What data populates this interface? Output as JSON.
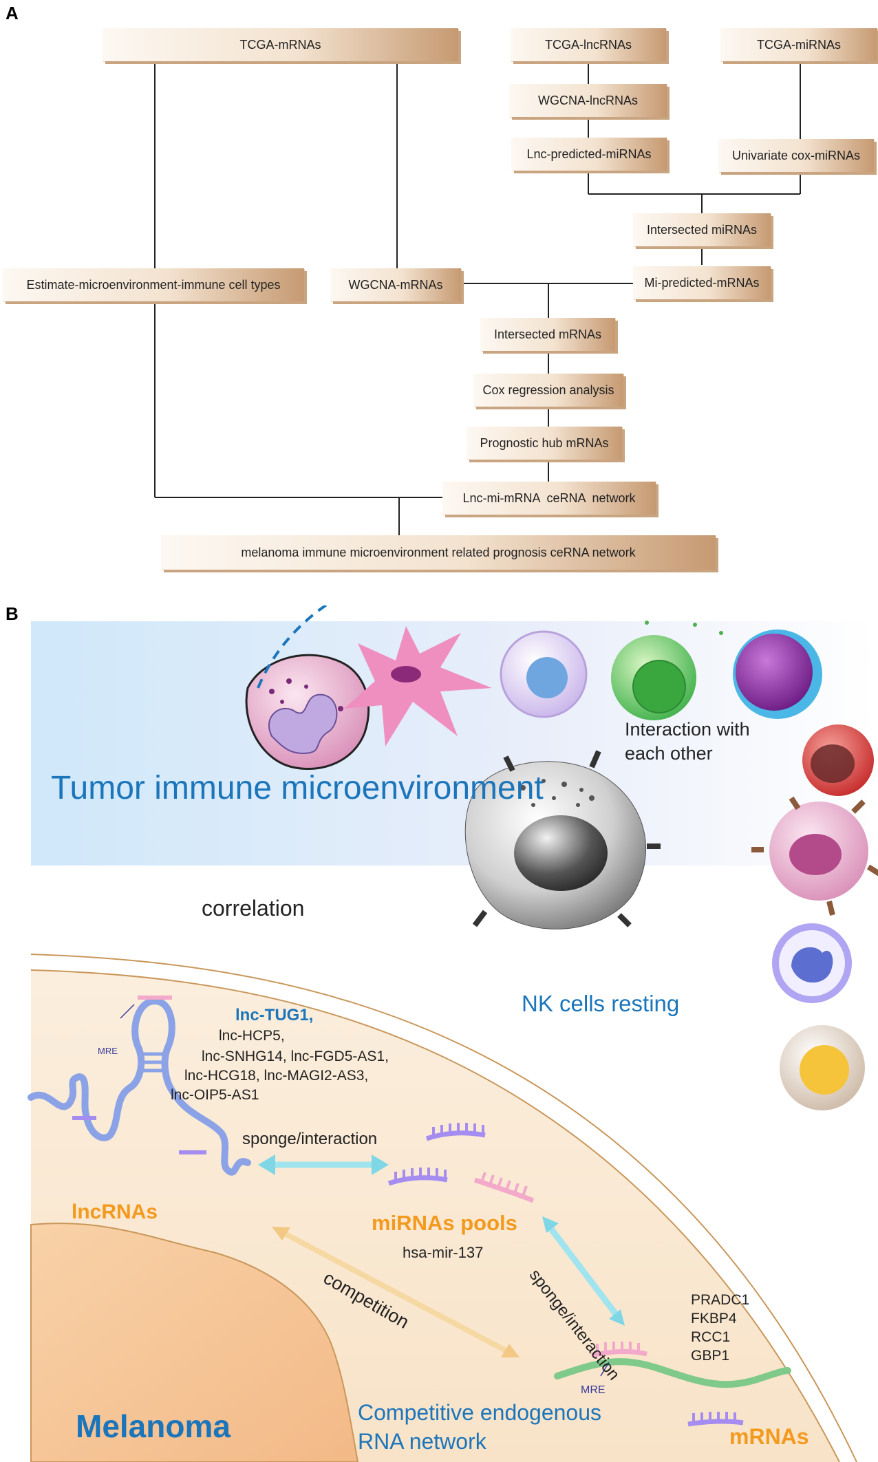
{
  "panel_a": {
    "label": "A",
    "boxes": {
      "tcga_mrnas": "TCGA-mRNAs",
      "tcga_lncrnas": "TCGA-lncRNAs",
      "tcga_mirnas": "TCGA-miRNAs",
      "wgcna_lncrnas": "WGCNA-lncRNAs",
      "lnc_predicted_mirnas": "Lnc-predicted-miRNAs",
      "univariate_cox_mirnas": "Univariate cox-miRNAs",
      "intersected_mirnas": "Intersected miRNAs",
      "estimate": "Estimate-microenvironment-immune cell types",
      "wgcna_mrnas": "WGCNA-mRNAs",
      "mi_predicted_mrnas": "Mi-predicted-mRNAs",
      "intersected_mrnas": "Intersected mRNAs",
      "cox_regression": "Cox regression analysis",
      "prognostic_hub": "Prognostic hub mRNAs",
      "cerna_network": "Lnc-mi-mRNA  ceRNA  network",
      "final": "melanoma immune microenvironment related prognosis ceRNA network"
    }
  },
  "panel_b": {
    "label": "B",
    "tme_title": "Tumor immune microenvironment",
    "interaction_line1": "Interaction with",
    "interaction_line2": "each other",
    "correlation": "correlation",
    "nk_cells": "NK cells resting",
    "lnc_tug1": "lnc-TUG1,",
    "lnc_list": [
      "lnc-HCP5,",
      "lnc-SNHG14, lnc-FGD5-AS1,",
      "lnc-HCG18, lnc-MAGI2-AS3,",
      "lnc-OIP5-AS1"
    ],
    "mre": "MRE",
    "sponge_left": "sponge/interaction",
    "sponge_right": "sponge/interaction",
    "lncrnas": "lncRNAs",
    "mirnas_pools": "miRNAs pools",
    "hsa_mir": "hsa-mir-137",
    "competition": "competition",
    "mrna_genes": [
      "PRADC1",
      "FKBP4",
      "RCC1",
      "GBP1"
    ],
    "melanoma": "Melanoma",
    "cerna_line1": "Competitive endogenous",
    "cerna_line2": "RNA network",
    "mrnas": "mRNAs",
    "colors": {
      "blue_text": "#1b75bb",
      "orange_text": "#f39a1e",
      "box_dark": "#c69a72"
    }
  }
}
